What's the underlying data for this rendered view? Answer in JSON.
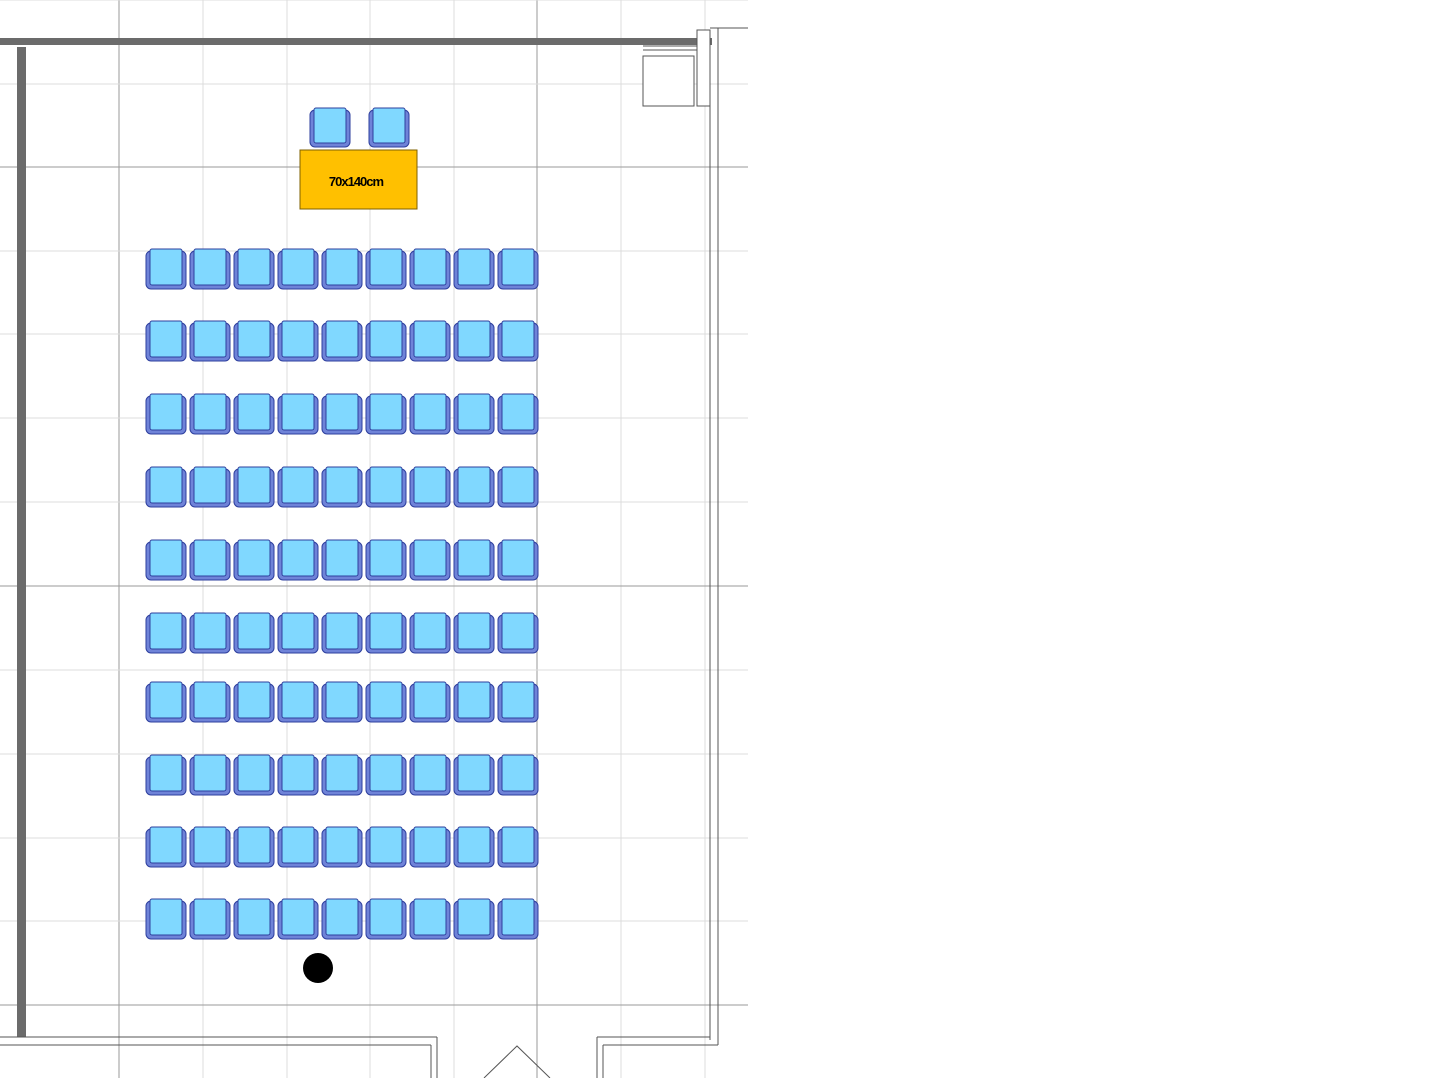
{
  "plan": {
    "table": {
      "label": "70x140cm",
      "fill": "#FFC000",
      "stroke": "#7F6000"
    },
    "audience_seating": {
      "rows": 10,
      "seats_per_row": 9
    },
    "presenter_chairs": 2,
    "chair_colors": {
      "fill": "#80D8FF",
      "stroke": "#2E3F9E",
      "frame": "#6F83D8"
    },
    "wall_color": "#6b6b6b",
    "grid_color": "#dcdcdc",
    "marker_color": "#000000"
  }
}
